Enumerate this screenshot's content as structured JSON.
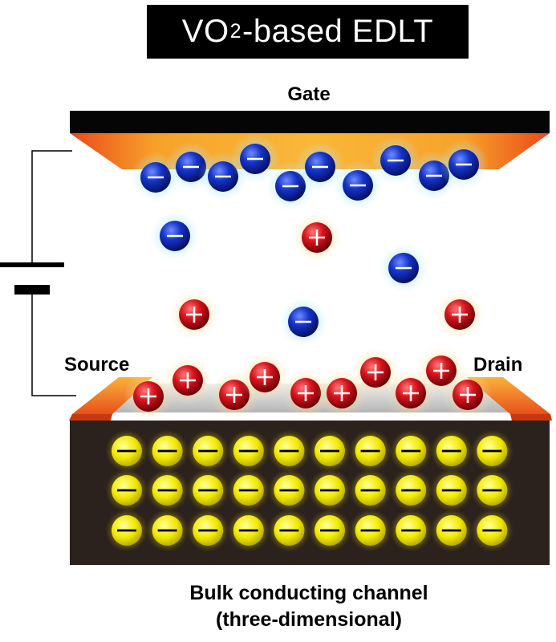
{
  "title": {
    "prefix": "VO",
    "subscript": "2",
    "suffix": "-based EDLT"
  },
  "labels": {
    "gate": "Gate",
    "source": "Source",
    "drain": "Drain"
  },
  "caption": {
    "line1": "Bulk conducting channel",
    "line2": "(three-dimensional)"
  },
  "colors": {
    "anion": "#1433c8",
    "cation": "#d8141c",
    "channel_charge": "#f2ea00",
    "electrode": "#f28a1e",
    "channel_bulk": "#2b211d"
  },
  "icons": [
    "battery-icon",
    "anion-icon",
    "cation-icon",
    "electron-icon"
  ]
}
